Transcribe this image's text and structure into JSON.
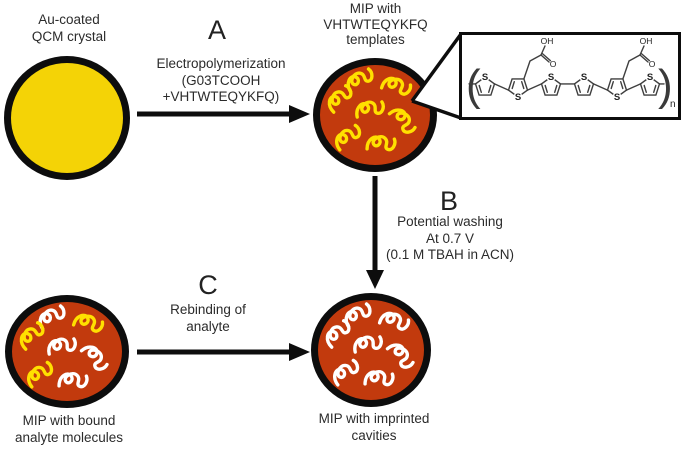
{
  "colors": {
    "circle_gold": "#F4D306",
    "circle_brick": "#C23A0D",
    "squiggle_yellow": "#FFE000",
    "squiggle_white": "#FFFFFF",
    "outline": "#0D0D0D"
  },
  "nodes": {
    "qcm": {
      "label_lines": [
        "Au-coated",
        "QCM crystal"
      ]
    },
    "mip_templates": {
      "label_lines": [
        "MIP with",
        "VHTWTEQYKFQ",
        "templates"
      ],
      "squiggles": [
        "yellow",
        "yellow",
        "yellow",
        "yellow",
        "yellow",
        "yellow",
        "yellow"
      ]
    },
    "mip_bound": {
      "label_lines": [
        "MIP with bound",
        "analyte molecules"
      ],
      "squiggles": [
        "white",
        "yellow",
        "yellow",
        "white",
        "white",
        "yellow",
        "white"
      ]
    },
    "mip_cavities": {
      "label_lines": [
        "MIP with imprinted",
        "cavities"
      ],
      "squiggles": [
        "white",
        "white",
        "white",
        "white",
        "white",
        "white",
        "white"
      ]
    }
  },
  "steps": {
    "a": {
      "letter": "A",
      "lines": [
        "Electropolymerization",
        "(G03TCOOH",
        "+VHTWTEQYKFQ)"
      ]
    },
    "b": {
      "letter": "B",
      "lines": [
        "Potential washing",
        "At 0.7 V",
        "(0.1 M TBAH in ACN)"
      ]
    },
    "c": {
      "letter": "C",
      "lines": [
        "Rebinding of",
        "analyte"
      ]
    }
  },
  "chem": {
    "s": "S",
    "oh": "OH",
    "o": "O",
    "n": "n",
    "paren_open": "(",
    "paren_close": ")"
  }
}
